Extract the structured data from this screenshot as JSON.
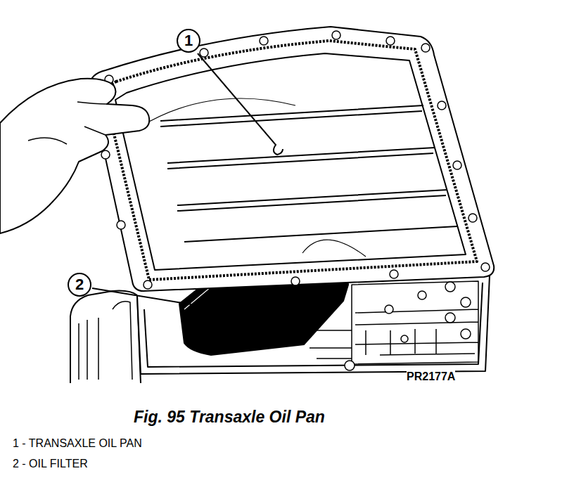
{
  "diagram": {
    "caption": "Fig. 95 Transaxle Oil Pan",
    "nodes": [
      {
        "text": [
          "1"
        ]
      },
      {
        "text": [
          "2"
        ]
      }
    ],
    "labels": [
      "PR2177A",
      "1 - TRANSAXLE OIL PAN",
      "2 - OIL FILTER"
    ]
  }
}
